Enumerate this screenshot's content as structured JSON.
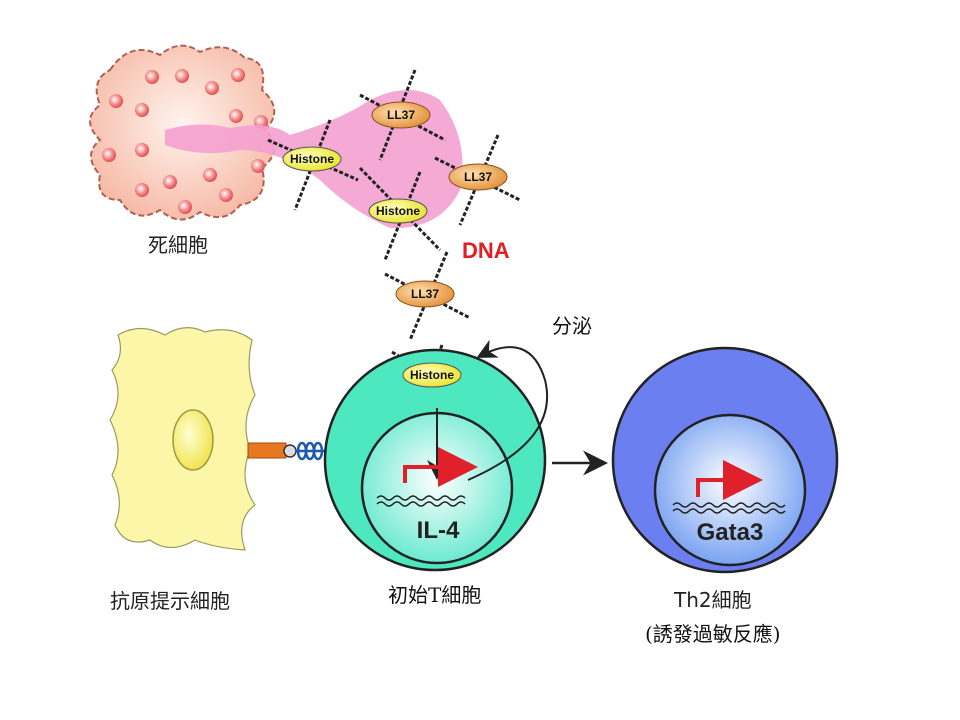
{
  "labels": {
    "dead_cell": "死細胞",
    "dna": "DNA",
    "secretion": "分泌",
    "apc": "抗原提示細胞",
    "naive_t": "初始T細胞",
    "th2": "Th2細胞",
    "th2_note": "(誘發過敏反應)",
    "il4": "IL-4",
    "gata3": "Gata3"
  },
  "proteins": {
    "histone_1": "Histone",
    "histone_2": "Histone",
    "histone_3": "Histone",
    "ll37_1": "LL37",
    "ll37_2": "LL37",
    "ll37_3": "LL37"
  },
  "colors": {
    "dna_label": "#e02020",
    "naive_t_cell": "#4de8c0",
    "th2_cell": "#6b7ff0",
    "dead_cell": "#f9c4b4",
    "net": "#f4a0d0",
    "apc": "#fbf6a8",
    "histone": "#f2f24a",
    "ll37": "#f0a040",
    "transcription_arrow": "#e0202a"
  }
}
